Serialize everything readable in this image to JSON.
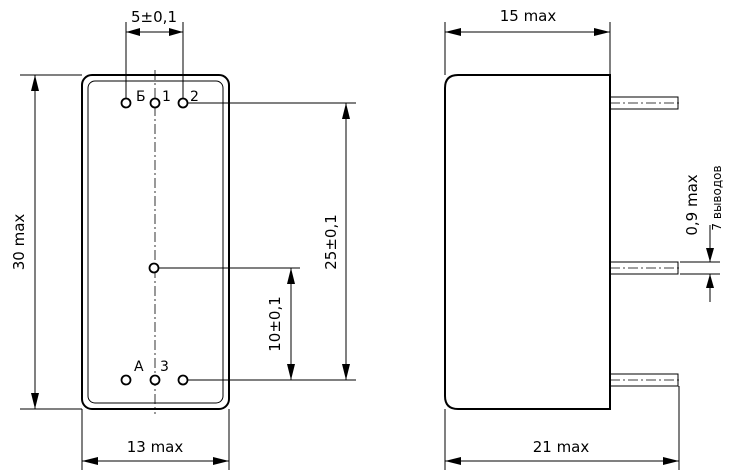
{
  "front_view": {
    "pin_pitch_label": "5±0,1",
    "height_label": "30 max",
    "width_label": "13 max",
    "span_25_label": "25±0,1",
    "span_10_label": "10±0,1",
    "pin_labels": {
      "b": "Б",
      "one": "1",
      "two": "2",
      "a": "A",
      "three": "3"
    }
  },
  "side_view": {
    "body_width_label": "15 max",
    "total_width_label": "21 max",
    "pin_diameter_label": "0,9 max",
    "pin_count_label": "7 выводов"
  }
}
